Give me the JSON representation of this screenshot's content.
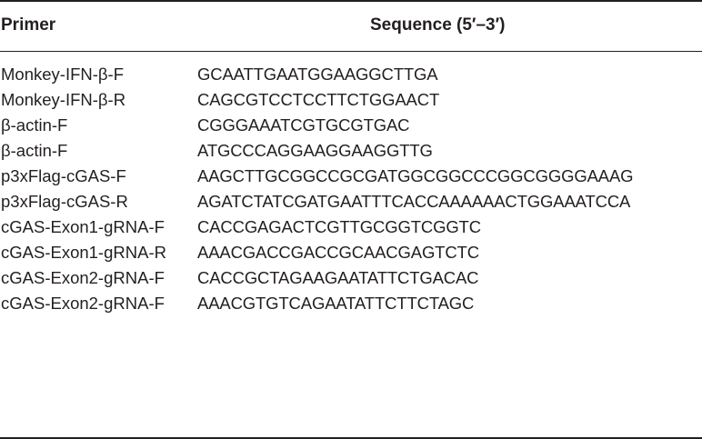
{
  "table": {
    "headers": {
      "primer": "Primer",
      "sequence": "Sequence (5′–3′)"
    },
    "rows": [
      {
        "primer": "Monkey-IFN-β-F",
        "sequence": "GCAATTGAATGGAAGGCTTGA"
      },
      {
        "primer": "Monkey-IFN-β-R",
        "sequence": "CAGCGTCCTCCTTCTGGAACT"
      },
      {
        "primer": "β-actin-F",
        "sequence": "CGGGAAATCGTGCGTGAC"
      },
      {
        "primer": "β-actin-F",
        "sequence": "ATGCCCAGGAAGGAAGGTTG"
      },
      {
        "primer": "p3xFlag-cGAS-F",
        "sequence": "AAGCTTGCGGCCGCGATGGCGGCCCGGCGGGGAAAG"
      },
      {
        "primer": "p3xFlag-cGAS-R",
        "sequence": "AGATCTATCGATGAATTTCACCAAAAAACTGGAAATCCA"
      },
      {
        "primer": "cGAS-Exon1-gRNA-F",
        "sequence": "CACCGAGACTCGTTGCGGTCGGTC"
      },
      {
        "primer": "cGAS-Exon1-gRNA-R",
        "sequence": "AAACGACCGACCGCAACGAGTCTC"
      },
      {
        "primer": "cGAS-Exon2-gRNA-F",
        "sequence": "CACCGCTAGAAGAATATTCTGACAC"
      },
      {
        "primer": "cGAS-Exon2-gRNA-F",
        "sequence": "AAACGTGTCAGAATATTCTTCTAGC"
      }
    ]
  }
}
